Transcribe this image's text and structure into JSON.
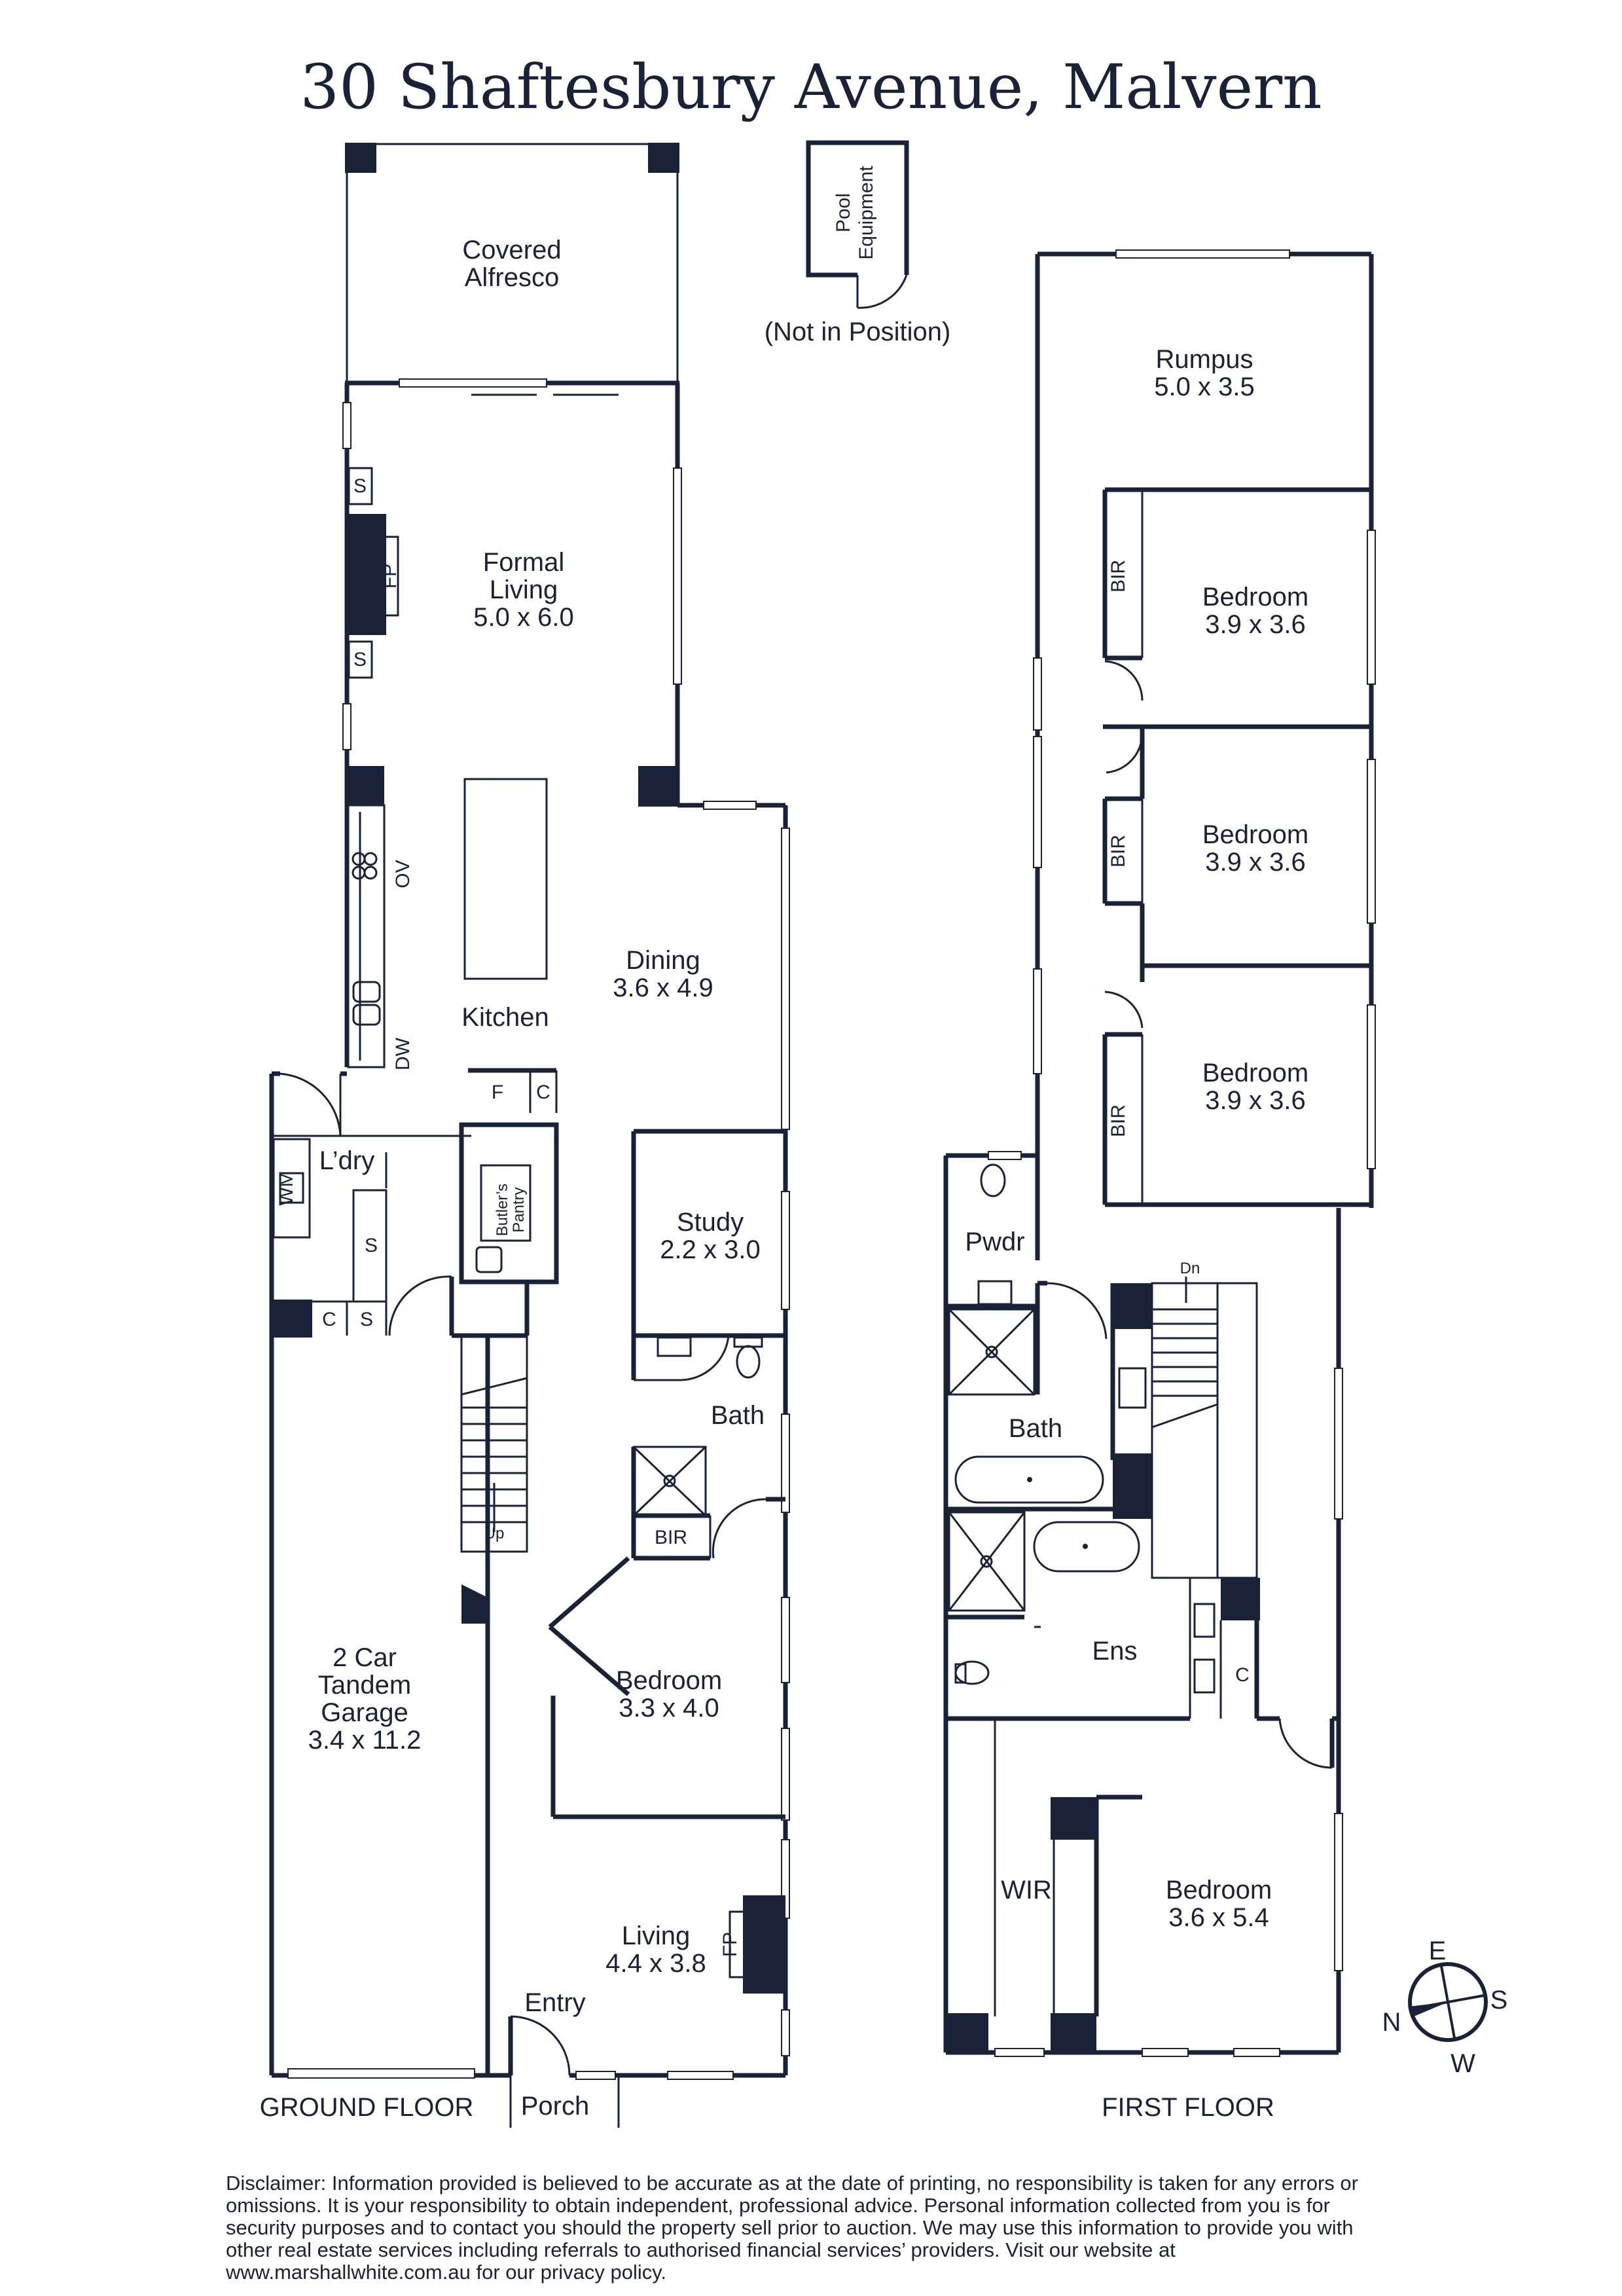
{
  "title": "30 Shaftesbury Avenue, Malvern",
  "ground_floor": {
    "label": "GROUND FLOOR",
    "rooms": {
      "covered_alfresco": [
        "Covered",
        "Alfresco"
      ],
      "formal_living": [
        "Formal",
        "Living",
        "5.0 x 6.0"
      ],
      "dining": [
        "Dining",
        "3.6 x 4.9"
      ],
      "kitchen": "Kitchen",
      "laundry": "L’dry",
      "butlers_pantry": [
        "Butler’s",
        "Pantry"
      ],
      "study": [
        "Study",
        "2.2 x 3.0"
      ],
      "bath": "Bath",
      "bir": "BIR",
      "bedroom": [
        "Bedroom",
        "3.3 x 4.0"
      ],
      "garage": [
        "2 Car",
        "Tandem",
        "Garage",
        "3.4 x 11.2"
      ],
      "living": [
        "Living",
        "4.4 x 3.8"
      ],
      "entry": "Entry",
      "porch": "Porch",
      "up": "Up"
    },
    "fixtures": {
      "s": "S",
      "fp": "FP",
      "ov": "OV",
      "dw": "DW",
      "f": "F",
      "c": "C",
      "wm": "WM"
    }
  },
  "pool_equipment": {
    "label": [
      "Pool",
      "Equipment"
    ],
    "note": "(Not in Position)"
  },
  "first_floor": {
    "label": "FIRST FLOOR",
    "rooms": {
      "rumpus": [
        "Rumpus",
        "5.0 x 3.5"
      ],
      "bedroom_1": [
        "Bedroom",
        "3.9 x 3.6"
      ],
      "bedroom_2": [
        "Bedroom",
        "3.9 x 3.6"
      ],
      "bedroom_3": [
        "Bedroom",
        "3.9 x 3.6"
      ],
      "bir": "BIR",
      "pwdr": "Pwdr",
      "bath": "Bath",
      "ens": "Ens",
      "wir": "WIR",
      "main_bedroom": [
        "Bedroom",
        "3.6 x 5.4"
      ],
      "dn": "Dn",
      "c": "C"
    }
  },
  "compass": {
    "n": "N",
    "e": "E",
    "s": "S",
    "w": "W"
  },
  "disclaimer": "Disclaimer: Information provided is believed to be accurate as at the date of printing, no responsibility is taken for any errors or omissions. It is your responsibility to obtain independent, professional advice. Personal information collected from you is for security purposes and to contact you should the property sell prior to auction. We may use this information to provide you with other real estate services including referrals to authorised financial services’ providers. Visit our website at www.marshallwhite.com.au for our privacy policy.",
  "colors": {
    "ink": "#1a2238",
    "background": "#ffffff"
  }
}
